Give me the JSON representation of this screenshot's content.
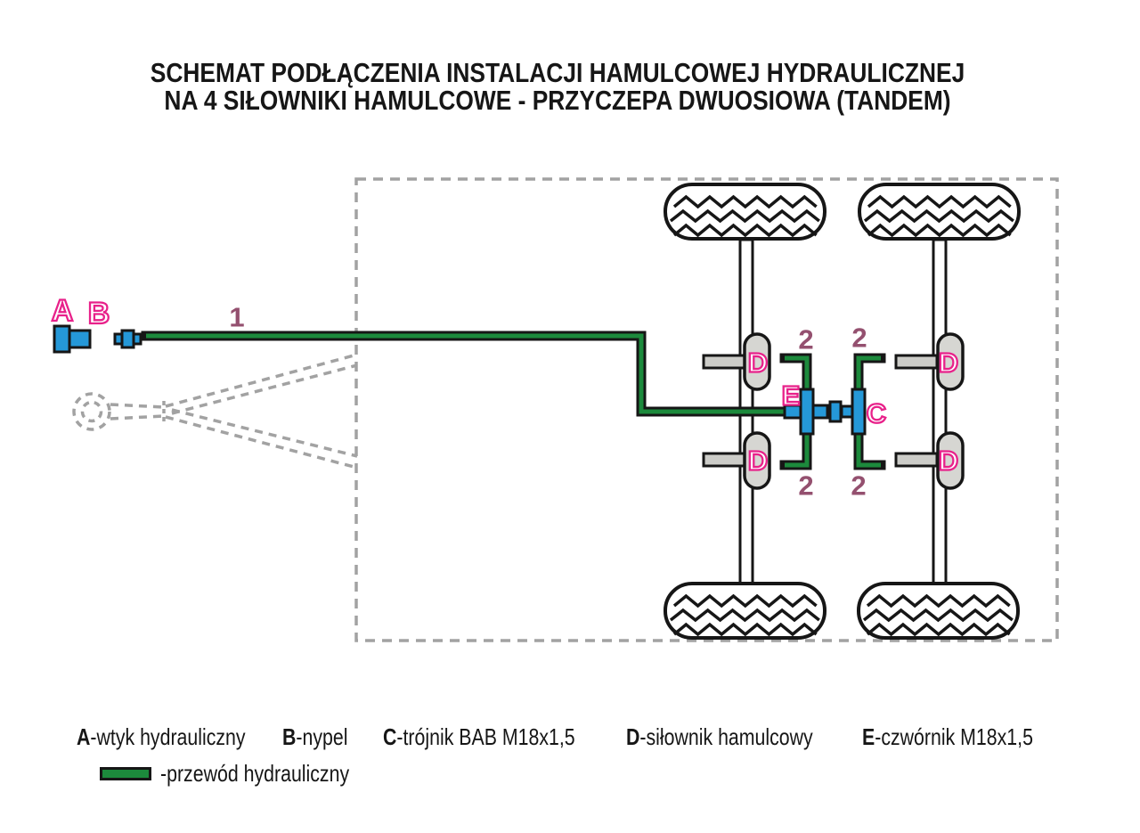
{
  "title": {
    "line1": "SCHEMAT PODŁĄCZENIA INSTALACJI HAMULCOWEJ HYDRAULICZNEJ",
    "line2": "NA 4 SIŁOWNIKI HAMULCOWE - PRZYCZEPA DWUOSIOWA (TANDEM)"
  },
  "diagram": {
    "component_labels": {
      "plug": "A",
      "nipple": "B",
      "tee": "C",
      "cylinder": "D",
      "cross": "E"
    },
    "line_labels": {
      "main": "1",
      "branch": "2"
    }
  },
  "legend": {
    "items": [
      {
        "key": "A",
        "text": "-wtyk hydrauliczny"
      },
      {
        "key": "B",
        "text": "-nypel"
      },
      {
        "key": "C",
        "text": "-trójnik BAB M18x1,5"
      },
      {
        "key": "D",
        "text": "-siłownik hamulcowy"
      },
      {
        "key": "E",
        "text": "-czwórnik M18x1,5"
      }
    ],
    "hose": {
      "text": "-przewód hydrauliczny"
    }
  },
  "colors": {
    "hose_green": "#1c8a3c",
    "fitting_blue": "#2598d8",
    "label_pink": "#e8218a",
    "number_purple": "#94506f",
    "outline_black": "#161616",
    "chassis_dash_gray": "#a2a2a2",
    "cylinder_gray": "#d6d6d2"
  }
}
